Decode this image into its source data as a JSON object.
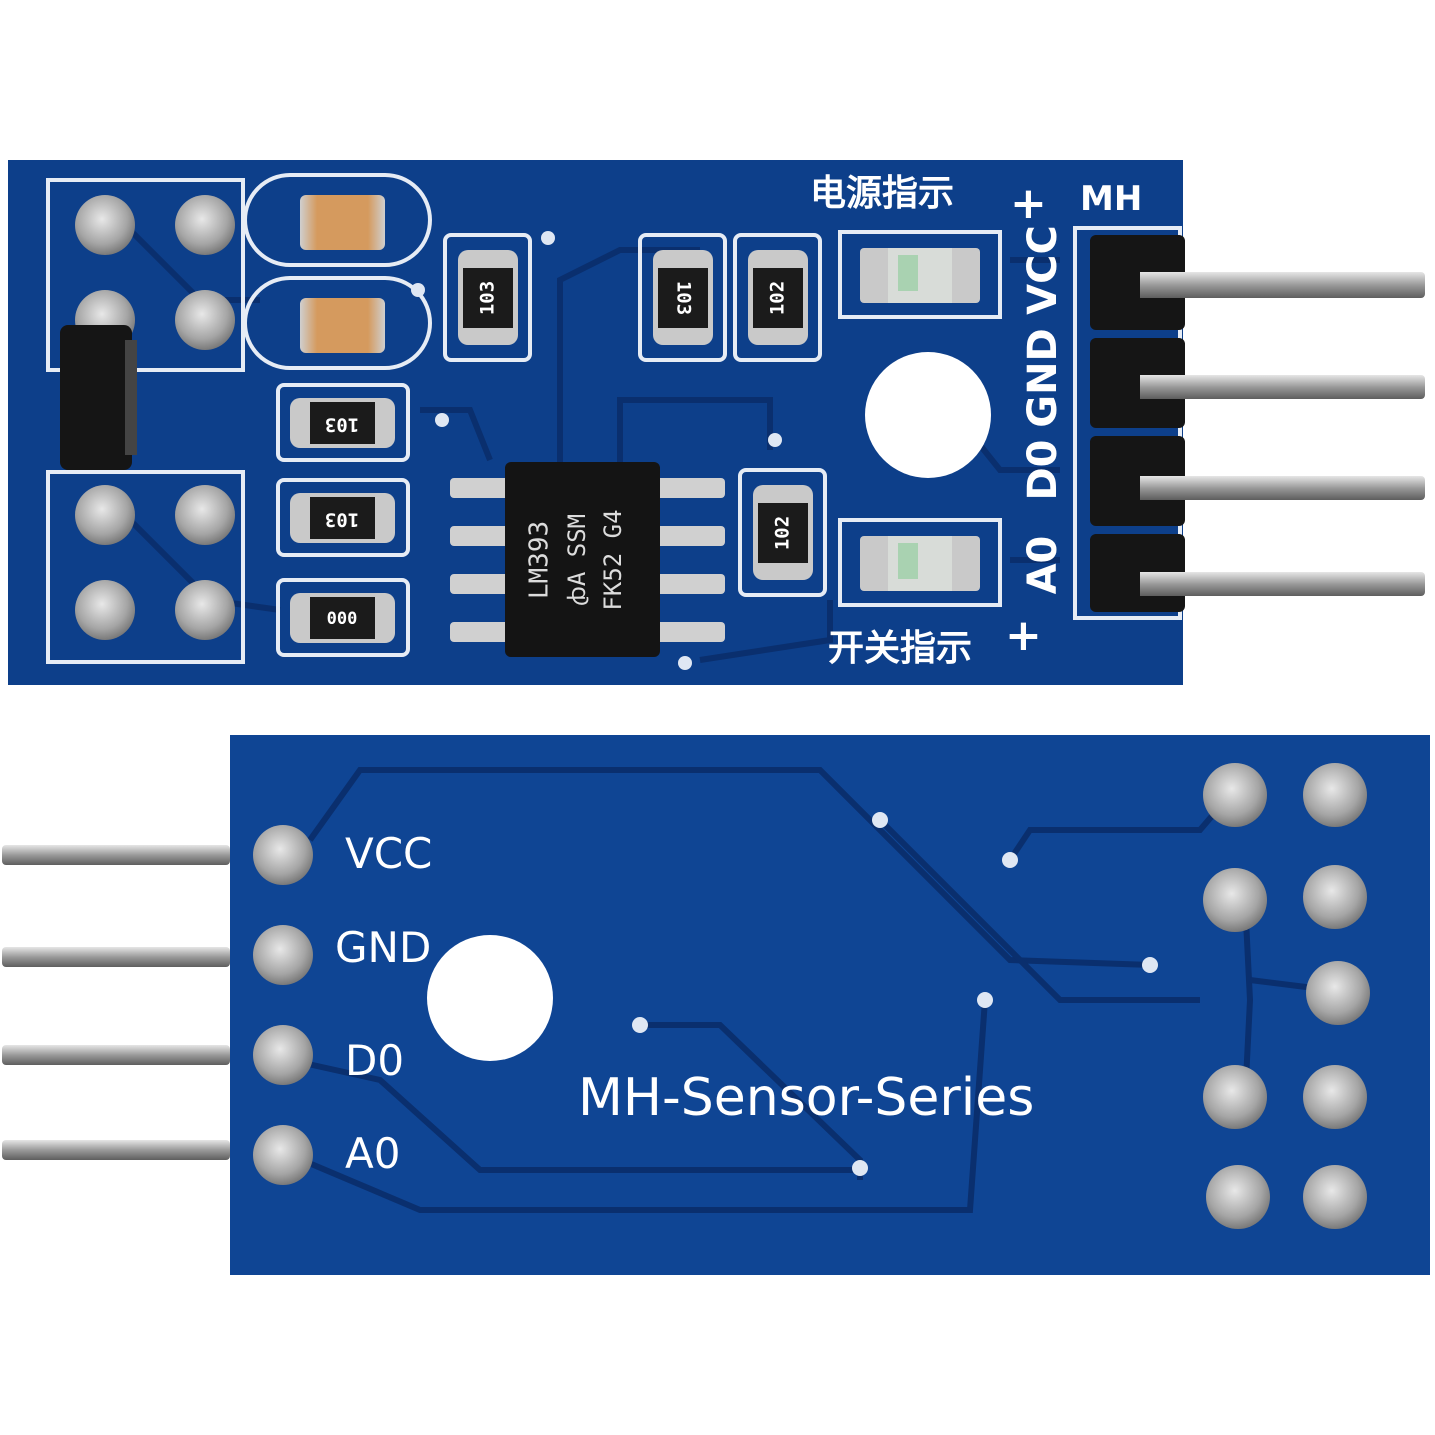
{
  "board_top": {
    "brand_label": "MH",
    "power_indicator_label": "电源指示",
    "switch_indicator_label": "开关指示",
    "plus_sign": "+",
    "pin_labels": [
      "VCC",
      "GND",
      "D0",
      "A0"
    ],
    "chip": {
      "line1": "LM393",
      "line2": "ꞗA SSM",
      "line3": "FK52 G4"
    },
    "resistors": {
      "r1": "103",
      "r2": "103",
      "r3": "102",
      "r4": "103",
      "r5": "103",
      "r6": "102",
      "r7": "000"
    }
  },
  "board_bottom": {
    "series_label": "MH-Sensor-Series",
    "pin_labels": [
      "VCC",
      "GND",
      "D0",
      "A0"
    ]
  },
  "colors": {
    "pcb_blue": "#0d3f8a",
    "pcb_dark": "#0a2f6e",
    "silkscreen": "#ffffff",
    "pin_metal": "#b8b8b8",
    "header_black": "#151515"
  }
}
